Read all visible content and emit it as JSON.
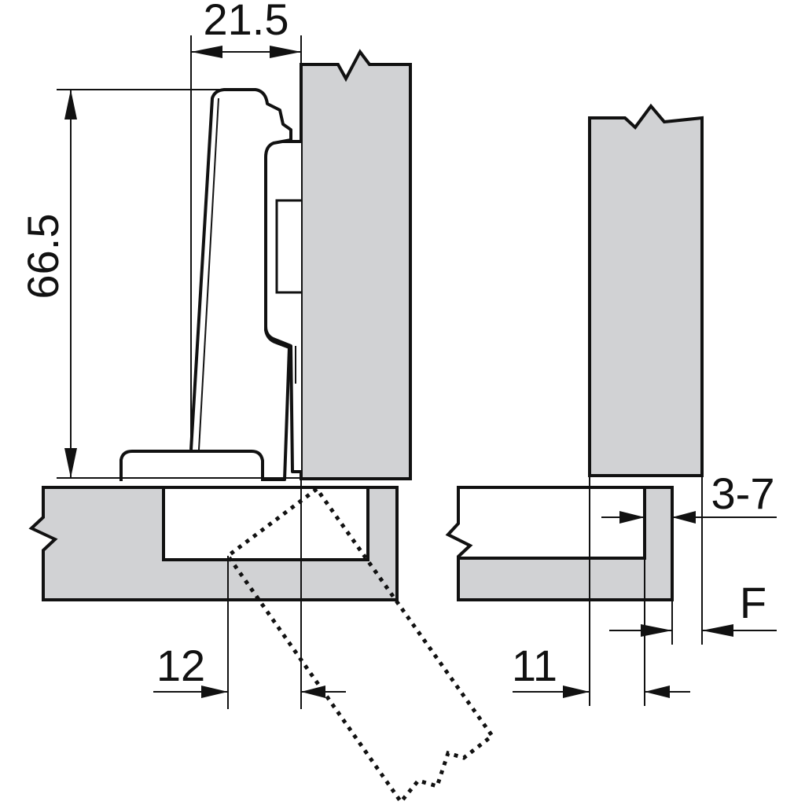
{
  "dimensions": {
    "cup_depth": "21.5",
    "hinge_height": "66.5",
    "boring_distance": "12",
    "cabinet_offset": "11",
    "overlay_range": "3-7",
    "overlay": "F"
  }
}
